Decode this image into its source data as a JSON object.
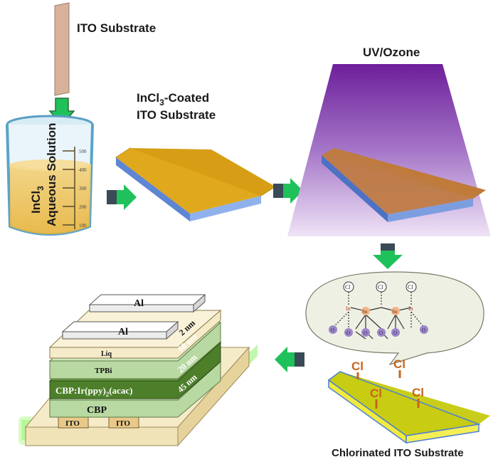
{
  "labels": {
    "ito_substrate": "ITO Substrate",
    "coated_line1_pre": "InCl",
    "coated_line1_sub": "3",
    "coated_line1_post": "-Coated",
    "coated_line2": "ITO Substrate",
    "uv_ozone": "UV/Ozone",
    "beaker_line1_pre": "InCl",
    "beaker_line1_sub": "3",
    "beaker_line2": "Aqueous Solution",
    "chlorinated": "Chlorinated ITO Substrate"
  },
  "beaker_scale": [
    "500",
    "400",
    "300",
    "200",
    "100"
  ],
  "molecule": {
    "cl": [
      "Cl",
      "Cl",
      "Cl"
    ],
    "in": [
      "In",
      "In"
    ],
    "sn": [
      "Sn",
      "Sn"
    ],
    "o": [
      "O",
      "O",
      "O",
      "O",
      "O",
      "O"
    ]
  },
  "surface_cl": [
    "Cl",
    "Cl",
    "Cl",
    "Cl"
  ],
  "device": {
    "al_top": "Al",
    "al_bottom": "Al",
    "liq": "Liq",
    "tpbi": "TPBi",
    "eml_pre": "CBP:Ir(ppy)",
    "eml_sub": "2",
    "eml_post": "(acac)",
    "cbp": "CBP",
    "ito_left": "ITO",
    "ito_right": "ITO",
    "thick_2": "2 nm",
    "thick_60": "60 nm",
    "thick_20": "20 nm",
    "thick_45": "45 nm"
  },
  "colors": {
    "substrate_top": "#d9a21a",
    "substrate_side": "#6b8fd6",
    "arrow_green": "#1fc15a",
    "uv_purple": "#7a2aa8",
    "chlorinated_top": "#c9cd1a",
    "layer_green": "#b8d7a3",
    "layer_dark_green": "#4f7f2c",
    "glass": "#f4e8c3"
  }
}
